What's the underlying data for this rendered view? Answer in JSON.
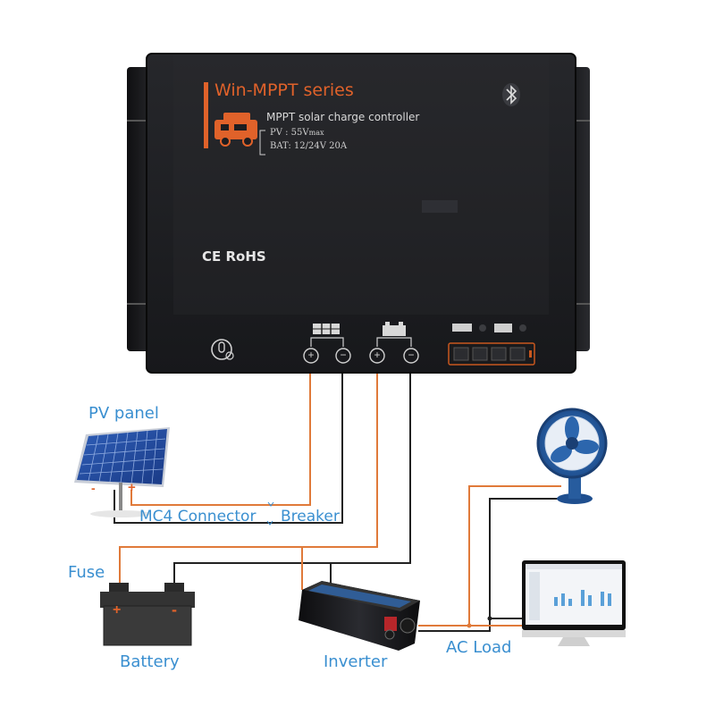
{
  "controller": {
    "series": "Win-MPPT  series",
    "subtitle": "MPPT solar charge controller",
    "spec_pv": "PV  :  55V",
    "spec_pv_unit": "max",
    "spec_bat": "BAT:  12/24V    20A",
    "cert": "CE RoHS",
    "bluetooth_icon": "bluetooth-icon",
    "brand_color": "#e0622a",
    "body_color": "#1c1c1f"
  },
  "labels": {
    "pv_panel": "PV panel",
    "mc4": "MC4 Connector",
    "breaker": "Breaker",
    "fuse": "Fuse",
    "battery": "Battery",
    "inverter": "Inverter",
    "ac_load": "AC Load"
  },
  "panel_polarity": {
    "minus": "-",
    "plus": "+"
  },
  "battery_terminals": {
    "plus": "+",
    "minus": "-"
  },
  "terminal_signs": [
    "+",
    "−",
    "+",
    "−"
  ],
  "colors": {
    "positive_wire": "#e07a3a",
    "negative_wire": "#222222",
    "label": "#3a8fd0"
  }
}
